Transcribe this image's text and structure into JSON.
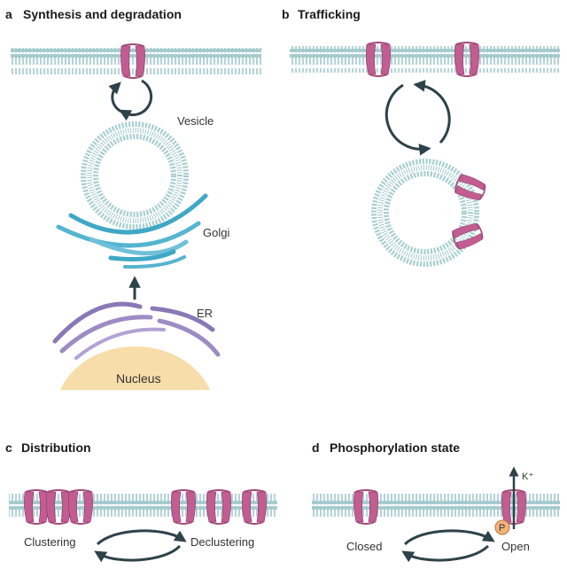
{
  "panels": {
    "a": {
      "letter": "a",
      "title": "Synthesis and degradation",
      "labels": {
        "vesicle": "Vesicle",
        "golgi": "Golgi",
        "er": "ER",
        "nucleus": "Nucleus"
      }
    },
    "b": {
      "letter": "b",
      "title": "Trafficking"
    },
    "c": {
      "letter": "c",
      "title": "Distribution",
      "labels": {
        "left": "Clustering",
        "right": "Declustering"
      }
    },
    "d": {
      "letter": "d",
      "title": "Phosphorylation state",
      "labels": {
        "left": "Closed",
        "right": "Open",
        "ion": "K⁺",
        "phospho": "P"
      }
    }
  },
  "colors": {
    "membrane": "#a9cfd2",
    "membrane_edge": "#7fb2b6",
    "channel": "#c25d92",
    "channel_dark": "#8a3563",
    "arrow": "#2e4249",
    "golgi": "#3fa8c7",
    "er": "#8a78b6",
    "nucleus": "#f7ddaa",
    "phospho": "#f3b27a"
  }
}
